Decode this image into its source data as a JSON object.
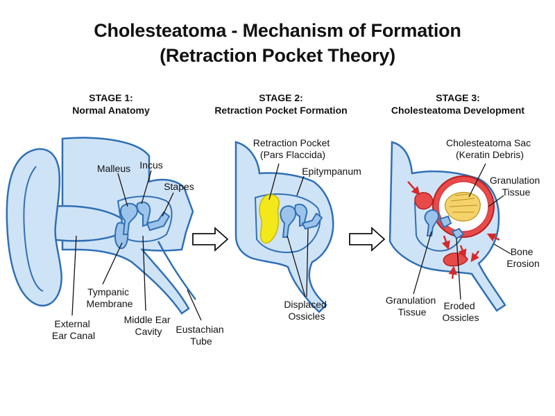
{
  "title": {
    "line1": "Cholesteatoma - Mechanism of Formation",
    "line2": "(Retraction Pocket Theory)"
  },
  "stages": [
    {
      "heading": "STAGE 1:",
      "subheading": "Normal Anatomy"
    },
    {
      "heading": "STAGE 2:",
      "subheading": "Retraction Pocket Formation"
    },
    {
      "heading": "STAGE 3:",
      "subheading": "Cholesteatoma Development"
    }
  ],
  "labels": {
    "malleus": "Malleus",
    "incus": "Incus",
    "stapes": "Stapes",
    "tympanic_membrane": [
      "Tympanic",
      "Membrane"
    ],
    "external_ear_canal": [
      "External",
      "Ear Canal"
    ],
    "middle_ear_cavity": [
      "Middle Ear",
      "Cavity"
    ],
    "eustachian_tube": [
      "Eustachian",
      "Tube"
    ],
    "retraction_pocket": [
      "Retraction Pocket",
      "(Pars Flaccida)"
    ],
    "epitympanum": "Epitympanum",
    "displaced_ossicles": [
      "Displaced",
      "Ossicles"
    ],
    "cholesteatoma_sac": [
      "Cholesteatoma Sac",
      "(Keratin Debris)"
    ],
    "granulation_tissue_top": [
      "Granulation",
      "Tissue"
    ],
    "bone_erosion": [
      "Bone",
      "Erosion"
    ],
    "granulation_tissue_bottom": [
      "Granulation",
      "Tissue"
    ],
    "eroded_ossicles": [
      "Eroded",
      "Ossicles"
    ]
  },
  "colors": {
    "tissue_fill": "#cfe3f6",
    "tissue_outline": "#2f6fb5",
    "ossicle_fill": "#9cc4ea",
    "retraction_pocket": "#f3e81a",
    "cholesteatoma_debris": "#f4d36a",
    "granulation": "#e84a4a",
    "erosion_arrows": "#d42a2a"
  }
}
